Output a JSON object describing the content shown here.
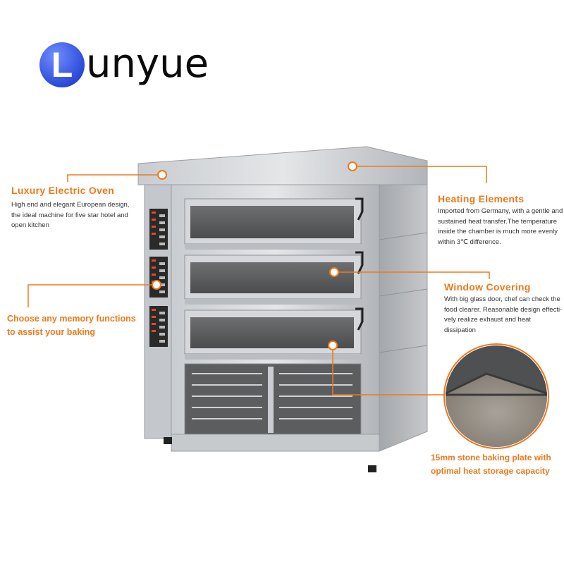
{
  "logo": {
    "letter": "L",
    "text": "unyue"
  },
  "callouts": {
    "oven": {
      "title": "Luxury Electric Oven",
      "lines": [
        "High end and elegant European design,",
        "the ideal machine for five star hotel and",
        "open kitchen"
      ]
    },
    "memory": {
      "lines": [
        "Choose any memory functions",
        "to assist your baking"
      ]
    },
    "heating": {
      "title": "Heating Elements",
      "lines": [
        "Imported from Germany, with a gentle and",
        "sustained heat transfer.The temperature",
        "inside the chamber is much more evenly",
        "within 3℃ difference."
      ]
    },
    "window": {
      "title": "Window Covering",
      "lines": [
        "With big glass door, chef can check the",
        "food clearer. Reasonable design effecti-",
        "vely realize exhaust and heat dissipation"
      ]
    },
    "stone": {
      "lines": [
        "15mm stone baking plate with",
        "optimal heat storage capacity"
      ]
    }
  },
  "colors": {
    "accent": "#ec7a1c",
    "logo_blue": "#2d4ad8",
    "steel": "#b9bcc0"
  }
}
